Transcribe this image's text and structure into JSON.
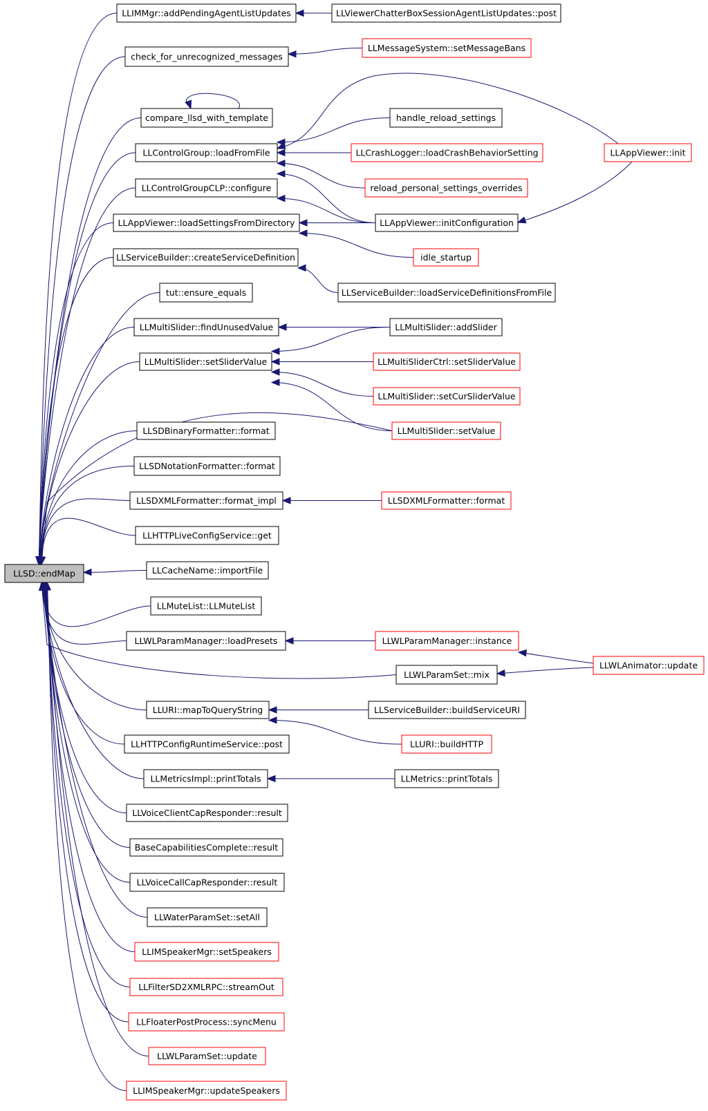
{
  "colors": {
    "edge": "#191970",
    "border_normal": "#000000",
    "border_truncated": "#ff0000",
    "root_fill": "#bfbfbf",
    "node_fill": "#ffffff"
  },
  "root": {
    "label": "LLSD::endMap"
  },
  "callers": [
    {
      "label": "LLIMMgr::addPendingAgentListUpdates",
      "truncated": false
    },
    {
      "label": "check_for_unrecognized_messages",
      "truncated": false
    },
    {
      "label": "compare_llsd_with_template",
      "truncated": false
    },
    {
      "label": "LLControlGroup::loadFromFile",
      "truncated": false
    },
    {
      "label": "LLControlGroupCLP::configure",
      "truncated": false
    },
    {
      "label": "LLAppViewer::loadSettingsFromDirectory",
      "truncated": false
    },
    {
      "label": "LLServiceBuilder::createServiceDefinition",
      "truncated": false
    },
    {
      "label": "tut::ensure_equals",
      "truncated": false
    },
    {
      "label": "LLMultiSlider::findUnusedValue",
      "truncated": false
    },
    {
      "label": "LLMultiSlider::setSliderValue",
      "truncated": false
    },
    {
      "label": "LLSDBinaryFormatter::format",
      "truncated": false
    },
    {
      "label": "LLSDNotationFormatter::format",
      "truncated": false
    },
    {
      "label": "LLSDXMLFormatter::format_impl",
      "truncated": false
    },
    {
      "label": "LLHTTPLiveConfigService::get",
      "truncated": false
    },
    {
      "label": "LLCacheName::importFile",
      "truncated": false
    },
    {
      "label": "LLMuteList::LLMuteList",
      "truncated": false
    },
    {
      "label": "LLWLParamManager::loadPresets",
      "truncated": false
    },
    {
      "label": "LLURI::mapToQueryString",
      "truncated": false
    },
    {
      "label": "LLHTTPConfigRuntimeService::post",
      "truncated": false
    },
    {
      "label": "LLMetricsImpl::printTotals",
      "truncated": false
    },
    {
      "label": "LLVoiceClientCapResponder::result",
      "truncated": false
    },
    {
      "label": "BaseCapabilitiesComplete::result",
      "truncated": false
    },
    {
      "label": "LLVoiceCallCapResponder::result",
      "truncated": false
    },
    {
      "label": "LLWaterParamSet::setAll",
      "truncated": false
    },
    {
      "label": "LLIMSpeakerMgr::setSpeakers",
      "truncated": true
    },
    {
      "label": "LLFilterSD2XMLRPC::streamOut",
      "truncated": true
    },
    {
      "label": "LLFloaterPostProcess::syncMenu",
      "truncated": true
    },
    {
      "label": "LLWLParamSet::update",
      "truncated": true
    },
    {
      "label": "LLIMSpeakerMgr::updateSpeakers",
      "truncated": true
    }
  ],
  "second_level": [
    {
      "label": "LLViewerChatterBoxSessionAgentListUpdates::post",
      "truncated": false
    },
    {
      "label": "LLMessageSystem::setMessageBans",
      "truncated": true
    },
    {
      "label": "handle_reload_settings",
      "truncated": false
    },
    {
      "label": "LLCrashLogger::loadCrashBehaviorSetting",
      "truncated": true
    },
    {
      "label": "reload_personal_settings_overrides",
      "truncated": true
    },
    {
      "label": "LLAppViewer::initConfiguration",
      "truncated": false
    },
    {
      "label": "idle_startup",
      "truncated": true
    },
    {
      "label": "LLServiceBuilder::loadServiceDefinitionsFromFile",
      "truncated": false
    },
    {
      "label": "LLMultiSlider::addSlider",
      "truncated": false
    },
    {
      "label": "LLMultiSliderCtrl::setSliderValue",
      "truncated": true
    },
    {
      "label": "LLMultiSlider::setCurSliderValue",
      "truncated": true
    },
    {
      "label": "LLMultiSlider::setValue",
      "truncated": true
    },
    {
      "label": "LLSDXMLFormatter::format",
      "truncated": true
    },
    {
      "label": "LLWLParamManager::instance",
      "truncated": true
    },
    {
      "label": "LLWLParamSet::mix",
      "truncated": false
    },
    {
      "label": "LLServiceBuilder::buildServiceURI",
      "truncated": false
    },
    {
      "label": "LLURI::buildHTTP",
      "truncated": true
    },
    {
      "label": "LLMetrics::printTotals",
      "truncated": false
    }
  ],
  "third_level": [
    {
      "label": "LLAppViewer::init",
      "truncated": true
    },
    {
      "label": "LLWLAnimator::update",
      "truncated": true
    }
  ]
}
